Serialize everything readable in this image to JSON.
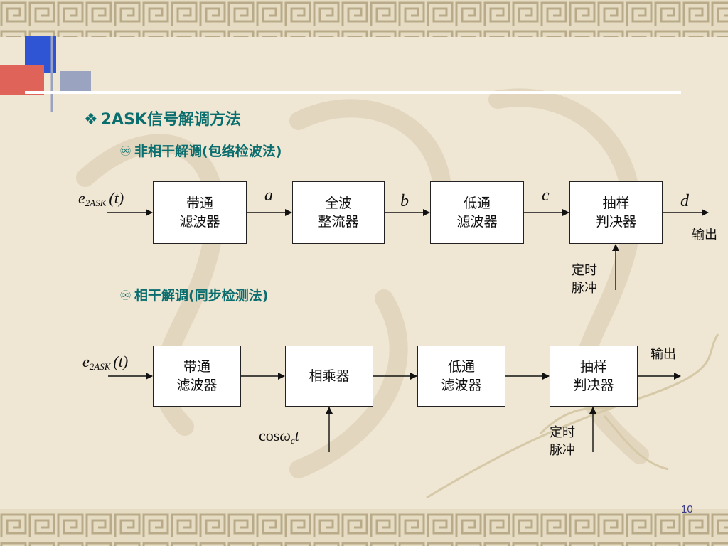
{
  "slide": {
    "title": "2ASK信号解调方法",
    "title_bullet": "❖",
    "sub_bullet": "♾",
    "page_number": "10"
  },
  "noncoherent": {
    "heading": "非相干解调(包络检波法)",
    "input_symbol": "e",
    "input_subscript": "2ASK",
    "input_arg": "(t)",
    "blocks": [
      {
        "line1": "带通",
        "line2": "滤波器"
      },
      {
        "line1": "全波",
        "line2": "整流器"
      },
      {
        "line1": "低通",
        "line2": "滤波器"
      },
      {
        "line1": "抽样",
        "line2": "判决器"
      }
    ],
    "signal_labels": [
      "a",
      "b",
      "c",
      "d"
    ],
    "output_label": "输出",
    "timing_line1": "定时",
    "timing_line2": "脉冲"
  },
  "coherent": {
    "heading": "相干解调(同步检测法)",
    "input_symbol": "e",
    "input_subscript": "2ASK",
    "input_arg": "(t)",
    "blocks": [
      {
        "line1": "带通",
        "line2": "滤波器"
      },
      {
        "line1": "相乘器",
        "line2": ""
      },
      {
        "line1": "低通",
        "line2": "滤波器"
      },
      {
        "line1": "抽样",
        "line2": "判决器"
      }
    ],
    "carrier_label": {
      "prefix": "cos",
      "omega": "ω",
      "subscript": "c",
      "suffix": "t"
    },
    "output_label": "输出",
    "timing_line1": "定时",
    "timing_line2": "脉冲"
  },
  "colors": {
    "background": "#efe6d3",
    "heading": "#0b6e6e",
    "accent_blue": "#2f55d4",
    "accent_red": "#e0635a",
    "accent_gray": "#9aa3bf"
  }
}
